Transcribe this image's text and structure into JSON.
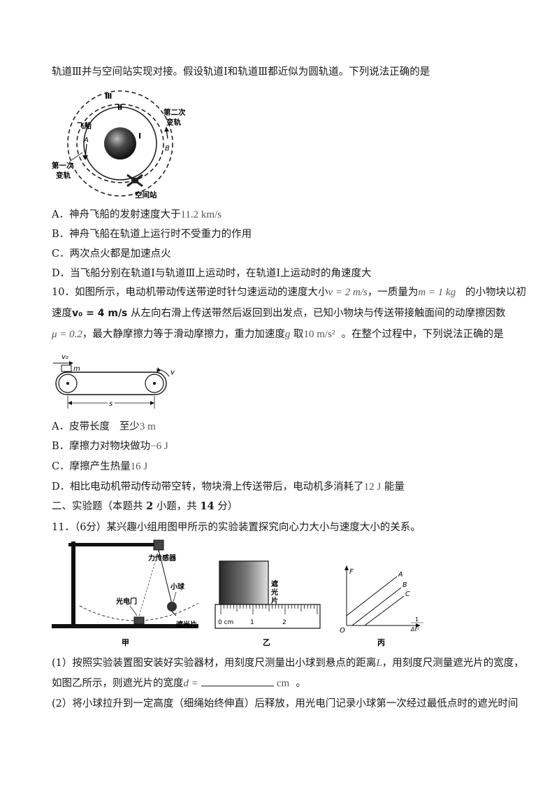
{
  "q9": {
    "intro": "轨道Ⅲ并与空间站实现对接。假设轨道Ⅰ和轨道Ⅲ都近似为圆轨道。下列说法正确的是",
    "figure": {
      "orbit1": "Ⅰ",
      "orbit2": "Ⅱ",
      "orbit3": "Ⅲ",
      "ship": "飞船",
      "point_a": "A",
      "point_b": "B",
      "second_change_1": "第二次",
      "second_change_2": "变轨",
      "first_change_1": "第一次",
      "first_change_2": "变轨",
      "station": "空间站"
    },
    "options": {
      "a_text": "A．神舟飞船的发射速度大于",
      "a_math": "11.2  km/s",
      "b_text": "B．神舟飞船在轨道上运行时不受重力的作用",
      "c_text": "C．两次点火都是加速点火",
      "d_text": "D．当飞船分别在轨道Ⅰ与轨道Ⅲ上运动时，在轨道Ⅰ上运动时的角速度大"
    }
  },
  "q10": {
    "line1_a": "10．如图所示，电动机带动传送带逆时针匀速运动的速度大小",
    "line1_m1": "v = 2  m/s",
    "line1_b": "，一质量为",
    "line1_m2": "m = 1  kg",
    "line1_c": "的小物块以初",
    "line2_a": "速度",
    "line2_m": "v₀ = 4 m/s",
    "line2_b": "从左向右滑上传送带然后返回到出发点，已知小物块与传送带接触面间的动摩擦因数",
    "line3_m1": "μ = 0.2",
    "line3_a": "，最大静摩擦力等于滑动摩擦力，重力加速度",
    "line3_g": "g",
    "line3_b": "取",
    "line3_m2": "10  m/s²",
    "line3_c": "。在整个过程中，下列说法正确的是",
    "figure": {
      "v0": "v₀",
      "m": "m",
      "v": "v",
      "s": "s"
    },
    "options": {
      "a_text": "A．皮带长度",
      "a_text2": "至少",
      "a_math": "3  m",
      "b_text": "B．摩擦力对物块做功",
      "b_math": "−6  J",
      "c_text": "C．摩擦产生热量",
      "c_math": "16  J",
      "d_text": "D．相比电动机带动传动带空转，物块滑上传送带后，电动机多消耗了",
      "d_math": "12  J",
      "d_text2": "能量"
    }
  },
  "section2": {
    "prefix": "二、实验题（本题共 ",
    "count": "2",
    "mid": " 小题，共 ",
    "score": "14",
    "suffix": " 分）"
  },
  "q11": {
    "stem": "11．（6分）某兴趣小组用图甲所示的实验装置探究向心力大小与速度大小的关系。",
    "fig_jia": {
      "sensor": "力传感器",
      "ball": "小球",
      "gate": "光电门",
      "shade": "遮光片",
      "caption": "甲"
    },
    "fig_yi": {
      "shade_1": "遮",
      "shade_2": "光",
      "shade_3": "片",
      "tick0": "0 cm",
      "tick1": "1",
      "tick2": "2",
      "caption": "乙"
    },
    "fig_bing": {
      "yaxis": "F",
      "line_a": "A",
      "line_b": "B",
      "line_c": "C",
      "origin": "O",
      "xnum": "1",
      "xden": "Δt²",
      "caption": "丙"
    },
    "p1_line1_a": "(1）按照实验装置图安装好实验器材，用刻度尺测量出小球到悬点的距离",
    "p1_line1_m": "L",
    "p1_line1_b": "，用刻度尺测量遮光片的宽度，",
    "p1_line2_a": "如图乙所示，则遮光片的宽度",
    "p1_line2_m": "d =",
    "p1_line2_unit": "cm",
    "p1_line2_end": "。",
    "p2": "(2）将小球拉升到一定高度（细绳始终伸直）后释放，用光电门记录小球第一次经过最低点时的遮光时间"
  }
}
